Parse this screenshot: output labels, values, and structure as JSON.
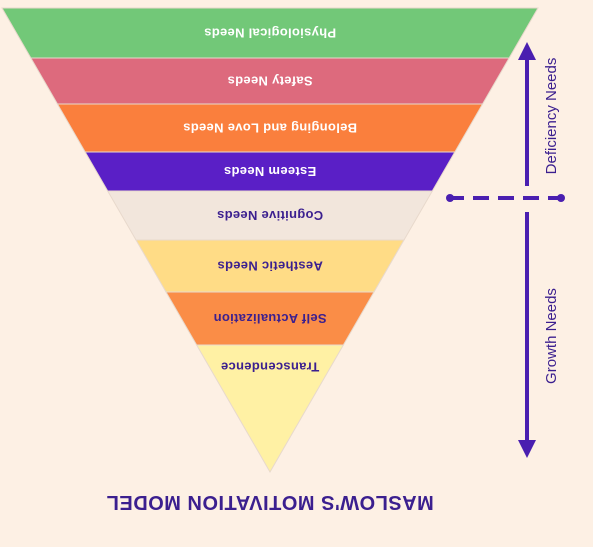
{
  "title": "MASLOW'S MOTIVATION MODEL",
  "tiers": [
    {
      "label": "Physiological Needs",
      "fill": "#72c878",
      "text_color": "#ffffff",
      "group": "deficiency"
    },
    {
      "label": "Safety Needs",
      "fill": "#dd6a7d",
      "text_color": "#ffffff",
      "group": "deficiency"
    },
    {
      "label": "Belonging and Love Needs",
      "fill": "#fa7f3d",
      "text_color": "#ffffff",
      "group": "deficiency"
    },
    {
      "label": "Esteem Needs",
      "fill": "#5a1fc6",
      "text_color": "#ffffff",
      "group": "deficiency"
    },
    {
      "label": "Cognitive Needs",
      "fill": "#f2e6dc",
      "text_color": "#3b1f8f",
      "group": "growth"
    },
    {
      "label": "Aesthetic Needs",
      "fill": "#ffdc86",
      "text_color": "#3b1f8f",
      "group": "growth"
    },
    {
      "label": "Self Actualization",
      "fill": "#fa8d47",
      "text_color": "#3b1f8f",
      "group": "growth"
    },
    {
      "label": "Transcendence",
      "fill": "#fff1a4",
      "text_color": "#3b1f8f",
      "group": "growth"
    }
  ],
  "side_labels": {
    "deficiency": "Deficiency Needs",
    "growth": "Growth Needs"
  },
  "colors": {
    "background": "#fdf0e4",
    "accent": "#3b1f8f",
    "arrow": "#4a1fb0"
  }
}
